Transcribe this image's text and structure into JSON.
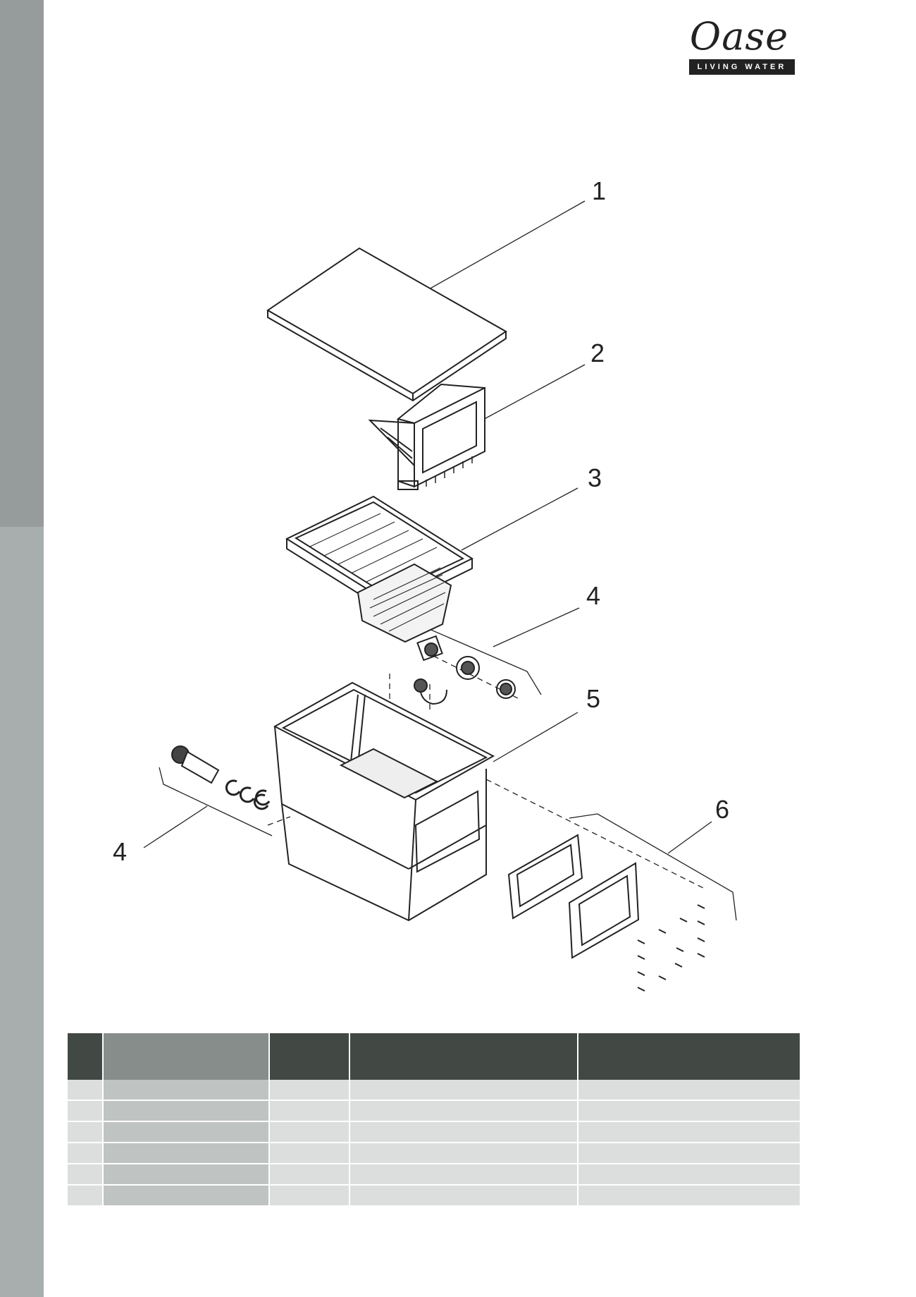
{
  "brand": {
    "name": "Oase",
    "tagline": "LIVING WATER"
  },
  "callouts": [
    "1",
    "2",
    "3",
    "4",
    "5",
    "4",
    "6"
  ],
  "parts_table": {
    "header": [
      "",
      "",
      "",
      "",
      ""
    ],
    "rows": [
      [
        "",
        "",
        "",
        "",
        ""
      ],
      [
        "",
        "",
        "",
        "",
        ""
      ],
      [
        "",
        "",
        "",
        "",
        ""
      ],
      [
        "",
        "",
        "",
        "",
        ""
      ],
      [
        "",
        "",
        "",
        "",
        ""
      ],
      [
        "",
        "",
        "",
        "",
        ""
      ]
    ]
  },
  "colors": {
    "sidebar_upper": "#959c9b",
    "sidebar_lower": "#a8aeae",
    "table_header_dark": "#424944",
    "table_header_grey": "#878d8b",
    "line": "#222222"
  }
}
